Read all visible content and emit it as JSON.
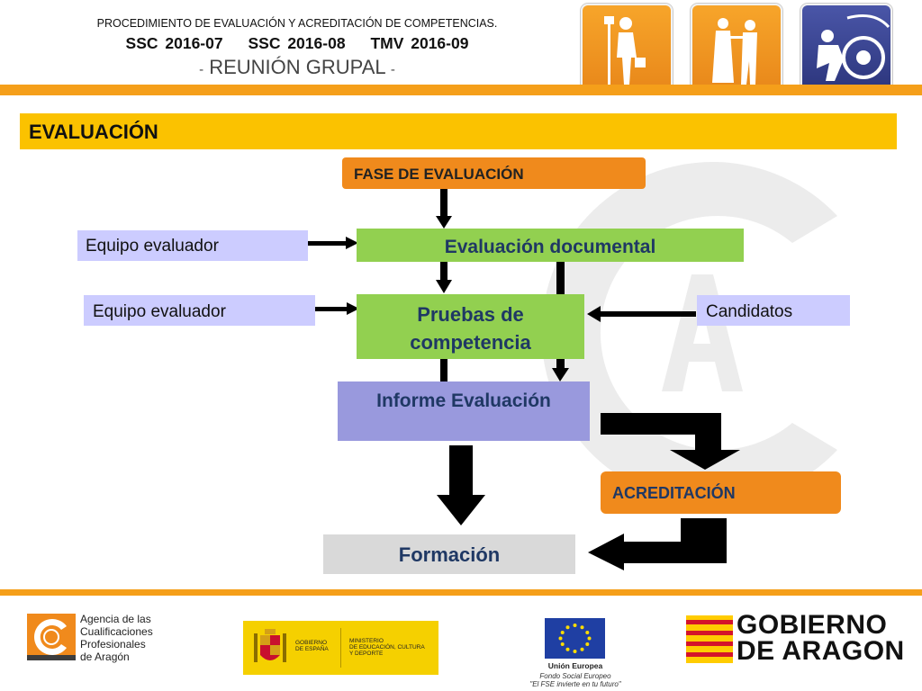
{
  "header": {
    "procedure": "PROCEDIMIENTO DE EVALUACIÓN Y ACREDITACIÓN DE COMPETENCIAS.",
    "codes": [
      "SSC 2016-07",
      "SSC 2016-08",
      "TMV 2016-09"
    ],
    "meeting": "REUNIÓN GRUPAL",
    "dash": "-"
  },
  "section_title": "EVALUACIÓN",
  "diagram": {
    "phase": "FASE DE EVALUACIÓN",
    "evaluator_1": "Equipo evaluador",
    "evaluator_2": "Equipo evaluador",
    "documental": "Evaluación documental",
    "tests_line1": "Pruebas de",
    "tests_line2": "competencia",
    "candidates": "Candidatos",
    "report": "Informe Evaluación",
    "accreditation": "ACREDITACIÓN",
    "training": "Formación"
  },
  "footer": {
    "agency": [
      "Agencia de las",
      "Cualificaciones",
      "Profesionales",
      "de Aragón"
    ],
    "gob_espana": [
      "GOBIERNO",
      "DE ESPAÑA"
    ],
    "ministry": [
      "MINISTERIO",
      "DE EDUCACIÓN, CULTURA",
      "Y DEPORTE"
    ],
    "eu_title": "Unión Europea",
    "eu_fund": "Fondo Social Europeo",
    "eu_slogan": "\"El FSE invierte en tu futuro\"",
    "aragon": [
      "GOBIERNO",
      "DE ARAGON"
    ]
  },
  "colors": {
    "orange": "#f59f1a",
    "yellow": "#fbc200",
    "green": "#92d050",
    "lavender": "#ccccff",
    "report_purple": "#9999dd",
    "navy_text": "#1f3864"
  }
}
